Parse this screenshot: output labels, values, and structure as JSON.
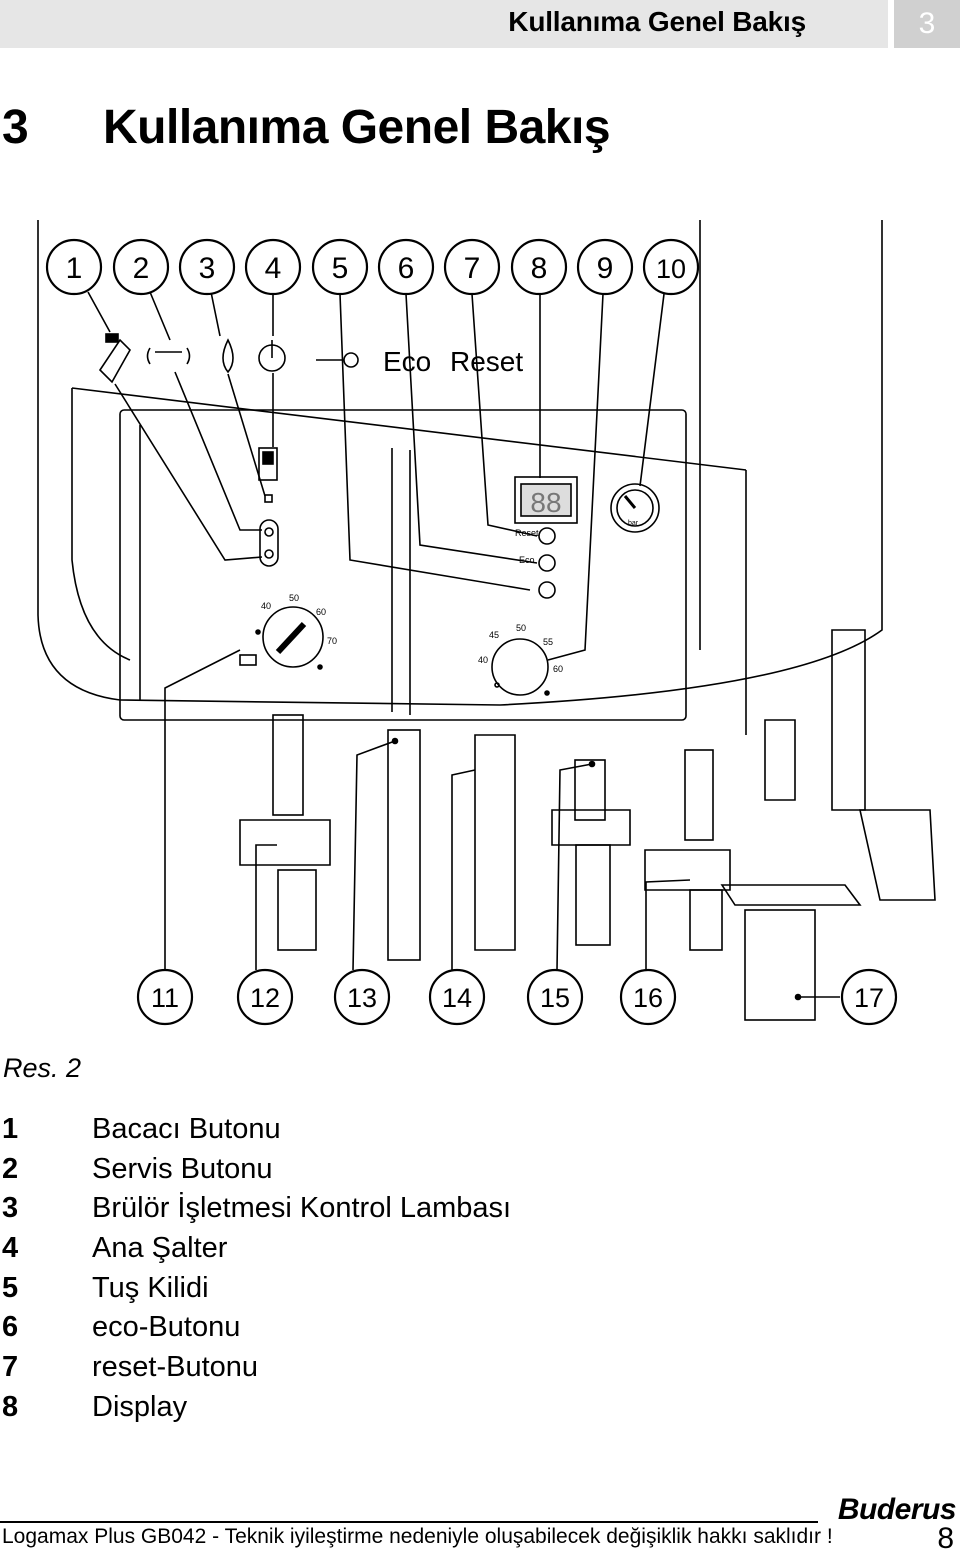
{
  "header": {
    "title": "Kullanıma Genel Bakış",
    "chapter_number": "3"
  },
  "heading": {
    "number": "3",
    "text": "Kullanıma Genel Bakış"
  },
  "figure": {
    "top_callouts": [
      "1",
      "2",
      "3",
      "4",
      "5",
      "6",
      "7",
      "8",
      "9",
      "10"
    ],
    "bottom_callouts": [
      "11",
      "12",
      "13",
      "14",
      "15",
      "16",
      "17"
    ],
    "symbol_labels": {
      "eco": "Eco",
      "reset": "Reset"
    },
    "panel_labels": {
      "reset": "Reset",
      "eco": "Eco",
      "display": "88",
      "gauge_unit": "bar"
    },
    "heating_dial_ticks": [
      "40",
      "50",
      "60",
      "70"
    ],
    "water_dial_ticks": [
      "40",
      "45",
      "50",
      "55",
      "60"
    ]
  },
  "caption": "Res. 2",
  "legend": [
    {
      "num": "1",
      "label": "Bacacı Butonu"
    },
    {
      "num": "2",
      "label": "Servis Butonu"
    },
    {
      "num": "3",
      "label": "Brülör İşletmesi Kontrol Lambası"
    },
    {
      "num": "4",
      "label": "Ana Şalter"
    },
    {
      "num": "5",
      "label": "Tuş Kilidi"
    },
    {
      "num": "6",
      "label": "eco-Butonu"
    },
    {
      "num": "7",
      "label": "reset-Butonu"
    },
    {
      "num": "8",
      "label": "Display"
    }
  ],
  "footer": {
    "text": "Logamax Plus GB042 - Teknik iyileştirme nedeniyle oluşabilecek değişiklik hakkı saklıdır !",
    "page": "8",
    "brand": "Buderus"
  }
}
